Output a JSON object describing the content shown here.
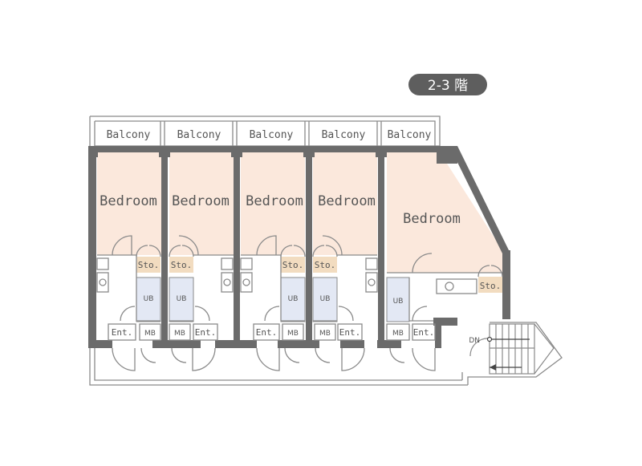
{
  "floor_label": "2-3 階",
  "units": [
    {
      "balcony": "Balcony",
      "bedroom": "Bedroom",
      "storage": "Sto.",
      "bath": "UB",
      "meter_box": "MB",
      "entrance": "Ent."
    },
    {
      "balcony": "Balcony",
      "bedroom": "Bedroom",
      "storage": "Sto.",
      "bath": "UB",
      "meter_box": "MB",
      "entrance": "Ent."
    },
    {
      "balcony": "Balcony",
      "bedroom": "Bedroom",
      "storage": "Sto.",
      "bath": "UB",
      "meter_box": "MB",
      "entrance": "Ent."
    },
    {
      "balcony": "Balcony",
      "bedroom": "Bedroom",
      "storage": "Sto.",
      "bath": "UB",
      "meter_box": "MB",
      "entrance": "Ent."
    },
    {
      "balcony": "Balcony",
      "bedroom": "Bedroom",
      "storage": "Sto.",
      "bath": "UB",
      "meter_box": "MB",
      "entrance": "Ent."
    }
  ],
  "stairs": {
    "label": "DN"
  },
  "colors": {
    "wall": "#6b6b6b",
    "bedroom_fill": "#fbe8dc",
    "storage_fill": "#f2dcc0",
    "bath_fill": "#e3e8f4",
    "badge_fill": "#5e5e5e",
    "line": "#8a8a8a"
  }
}
